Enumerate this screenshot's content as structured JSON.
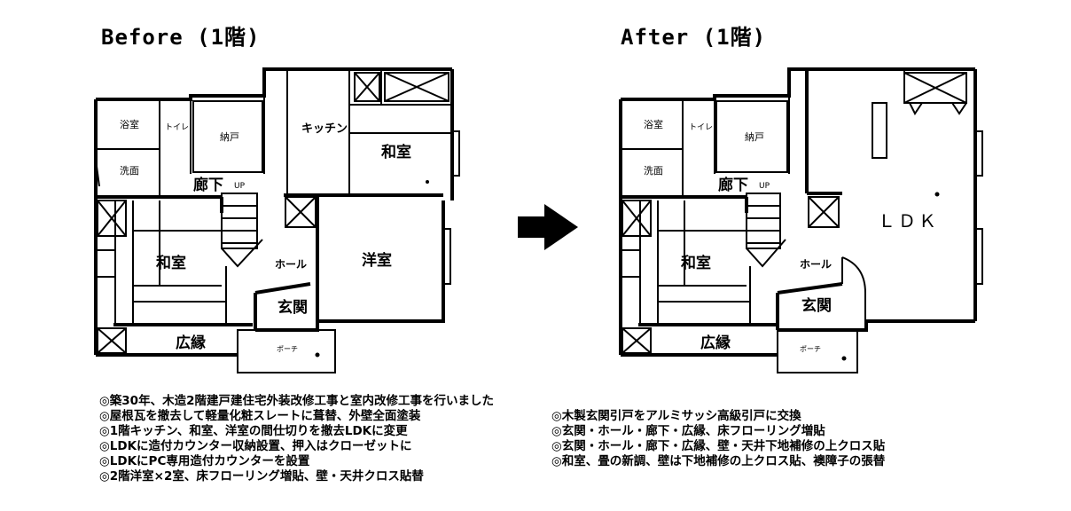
{
  "before": {
    "title": "Before (1階)",
    "rooms": {
      "bath": "浴室",
      "toilet": "トイレ",
      "storage": "納戸",
      "kitchen": "キッチン",
      "washroom": "洗面",
      "corridor": "廊下",
      "up": "UP",
      "japanese_room_ne": "和室",
      "japanese_room_sw": "和室",
      "hall": "ホール",
      "western_room": "洋室",
      "entrance": "玄関",
      "veranda": "広縁",
      "porch": "ポーチ"
    }
  },
  "after": {
    "title": "After (1階)",
    "rooms": {
      "bath": "浴室",
      "toilet": "トイレ",
      "storage": "納戸",
      "washroom": "洗面",
      "corridor": "廊下",
      "up": "UP",
      "ldk": "ＬＤＫ",
      "japanese_room": "和室",
      "hall": "ホール",
      "entrance": "玄関",
      "veranda": "広縁",
      "porch": "ポーチ"
    }
  },
  "notes_left": [
    "◎築30年、木造2階建戸建住宅外装改修工事と室内改修工事を行いました",
    "◎屋根瓦を撤去して軽量化粧スレートに葺替、外壁全面塗装",
    "◎1階キッチン、和室、洋室の間仕切りを撤去LDKに変更",
    "◎LDKに造付カウンター収納設置、押入はクローゼットに",
    "◎LDKにPC専用造付カウンターを設置",
    "◎2階洋室×2室、床フローリング増貼、壁・天井クロス貼替"
  ],
  "notes_right": [
    "◎木製玄関引戸をアルミサッシ高級引戸に交換",
    "◎玄関・ホール・廊下・広縁、床フローリング増貼",
    "◎玄関・ホール・廊下・広縁、壁・天井下地補修の上クロス貼",
    "◎和室、畳の新調、壁は下地補修の上クロス貼、襖障子の張替"
  ]
}
